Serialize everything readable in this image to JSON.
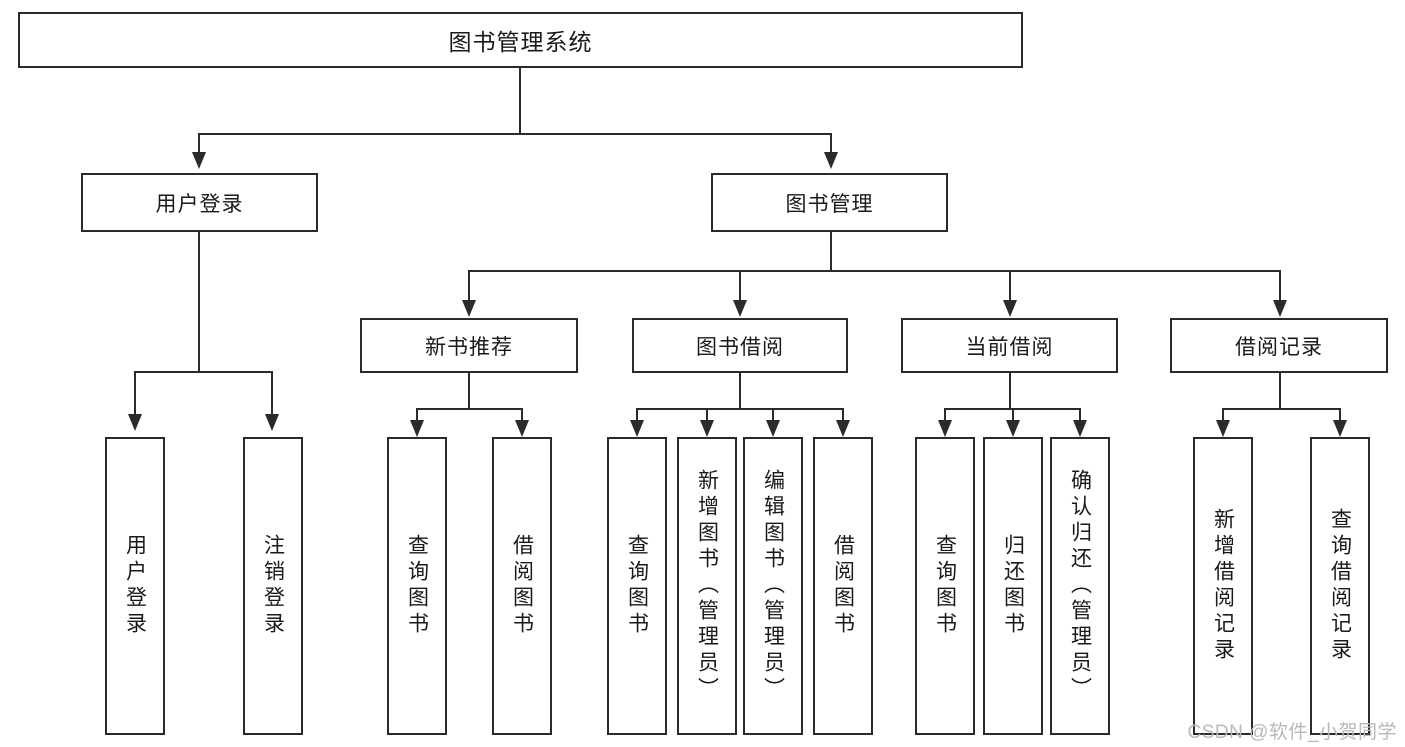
{
  "diagram": {
    "title": "图书管理系统",
    "type": "tree-hierarchy",
    "watermark": "CSDN @软件_小贺同学"
  },
  "root": {
    "label": "图书管理系统"
  },
  "level1": [
    {
      "label": "用户登录"
    },
    {
      "label": "图书管理"
    }
  ],
  "level2": [
    {
      "label": "新书推荐"
    },
    {
      "label": "图书借阅"
    },
    {
      "label": "当前借阅"
    },
    {
      "label": "借阅记录"
    }
  ],
  "leaves": {
    "user_login": [
      {
        "label": "用户登录"
      },
      {
        "label": "注销登录"
      }
    ],
    "new_book": [
      {
        "label": "查询图书"
      },
      {
        "label": "借阅图书"
      }
    ],
    "book_borrow": [
      {
        "label": "查询图书"
      },
      {
        "label": "新增图书（管理员）"
      },
      {
        "label": "编辑图书（管理员）"
      },
      {
        "label": "借阅图书"
      }
    ],
    "current_borrow": [
      {
        "label": "查询图书"
      },
      {
        "label": "归还图书"
      },
      {
        "label": "确认归还（管理员）"
      }
    ],
    "borrow_record": [
      {
        "label": "新增借阅记录"
      },
      {
        "label": "查询借阅记录"
      }
    ]
  },
  "colors": {
    "stroke": "#2b2b2b",
    "fill": "#ffffff",
    "text": "#1a1a1a",
    "watermark": "#b8b8b8"
  }
}
